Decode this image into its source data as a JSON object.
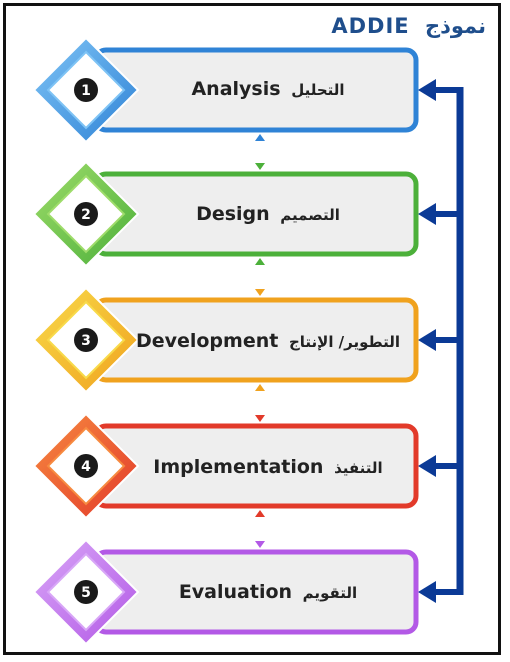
{
  "title": {
    "arabic": "نموذج",
    "english": "ADDIE"
  },
  "steps": [
    {
      "number": "1",
      "english": "Analysis",
      "arabic": "التحليل",
      "color": "#2f83d6",
      "color_light": "#7ec3f5"
    },
    {
      "number": "2",
      "english": "Design",
      "arabic": "التصميم",
      "color": "#4cb03a",
      "color_light": "#9edc6a"
    },
    {
      "number": "3",
      "english": "Development",
      "arabic": "التطوير/ الإنتاج",
      "color": "#f0a21e",
      "color_light": "#f8da4a"
    },
    {
      "number": "4",
      "english": "Implementation",
      "arabic": "التنفيذ",
      "color": "#e23a2a",
      "color_light": "#f78a40"
    },
    {
      "number": "5",
      "english": "Evaluation",
      "arabic": "التقويم",
      "color": "#b359e6",
      "color_light": "#d8a6f7"
    }
  ],
  "colors": {
    "feedback": "#0b3a96",
    "card_fill": "#eeeeee",
    "frame": "#111111"
  }
}
